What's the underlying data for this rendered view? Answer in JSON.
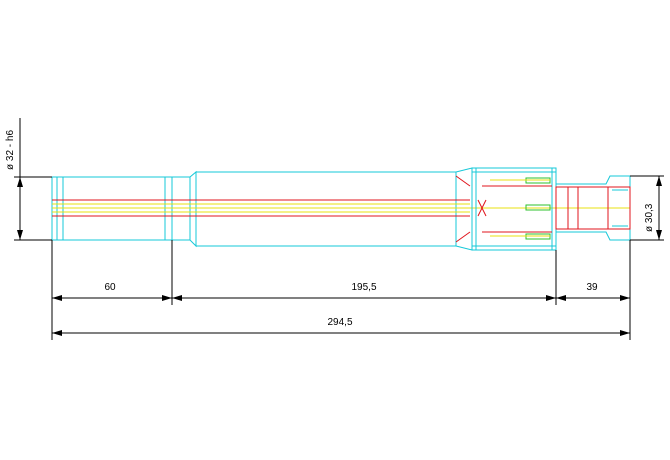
{
  "drawing": {
    "colors": {
      "outline": "#16c8d8",
      "bore": "#e0141c",
      "centerline": "#e8e010",
      "detail": "#2ec02e",
      "dimension": "#000000"
    },
    "dimensions": {
      "shank_diameter": "ø 32 - h6",
      "nose_diameter": "ø 30,3",
      "shank_length": "60",
      "body_length": "195,5",
      "nose_length": "39",
      "overall_length": "294,5"
    }
  }
}
